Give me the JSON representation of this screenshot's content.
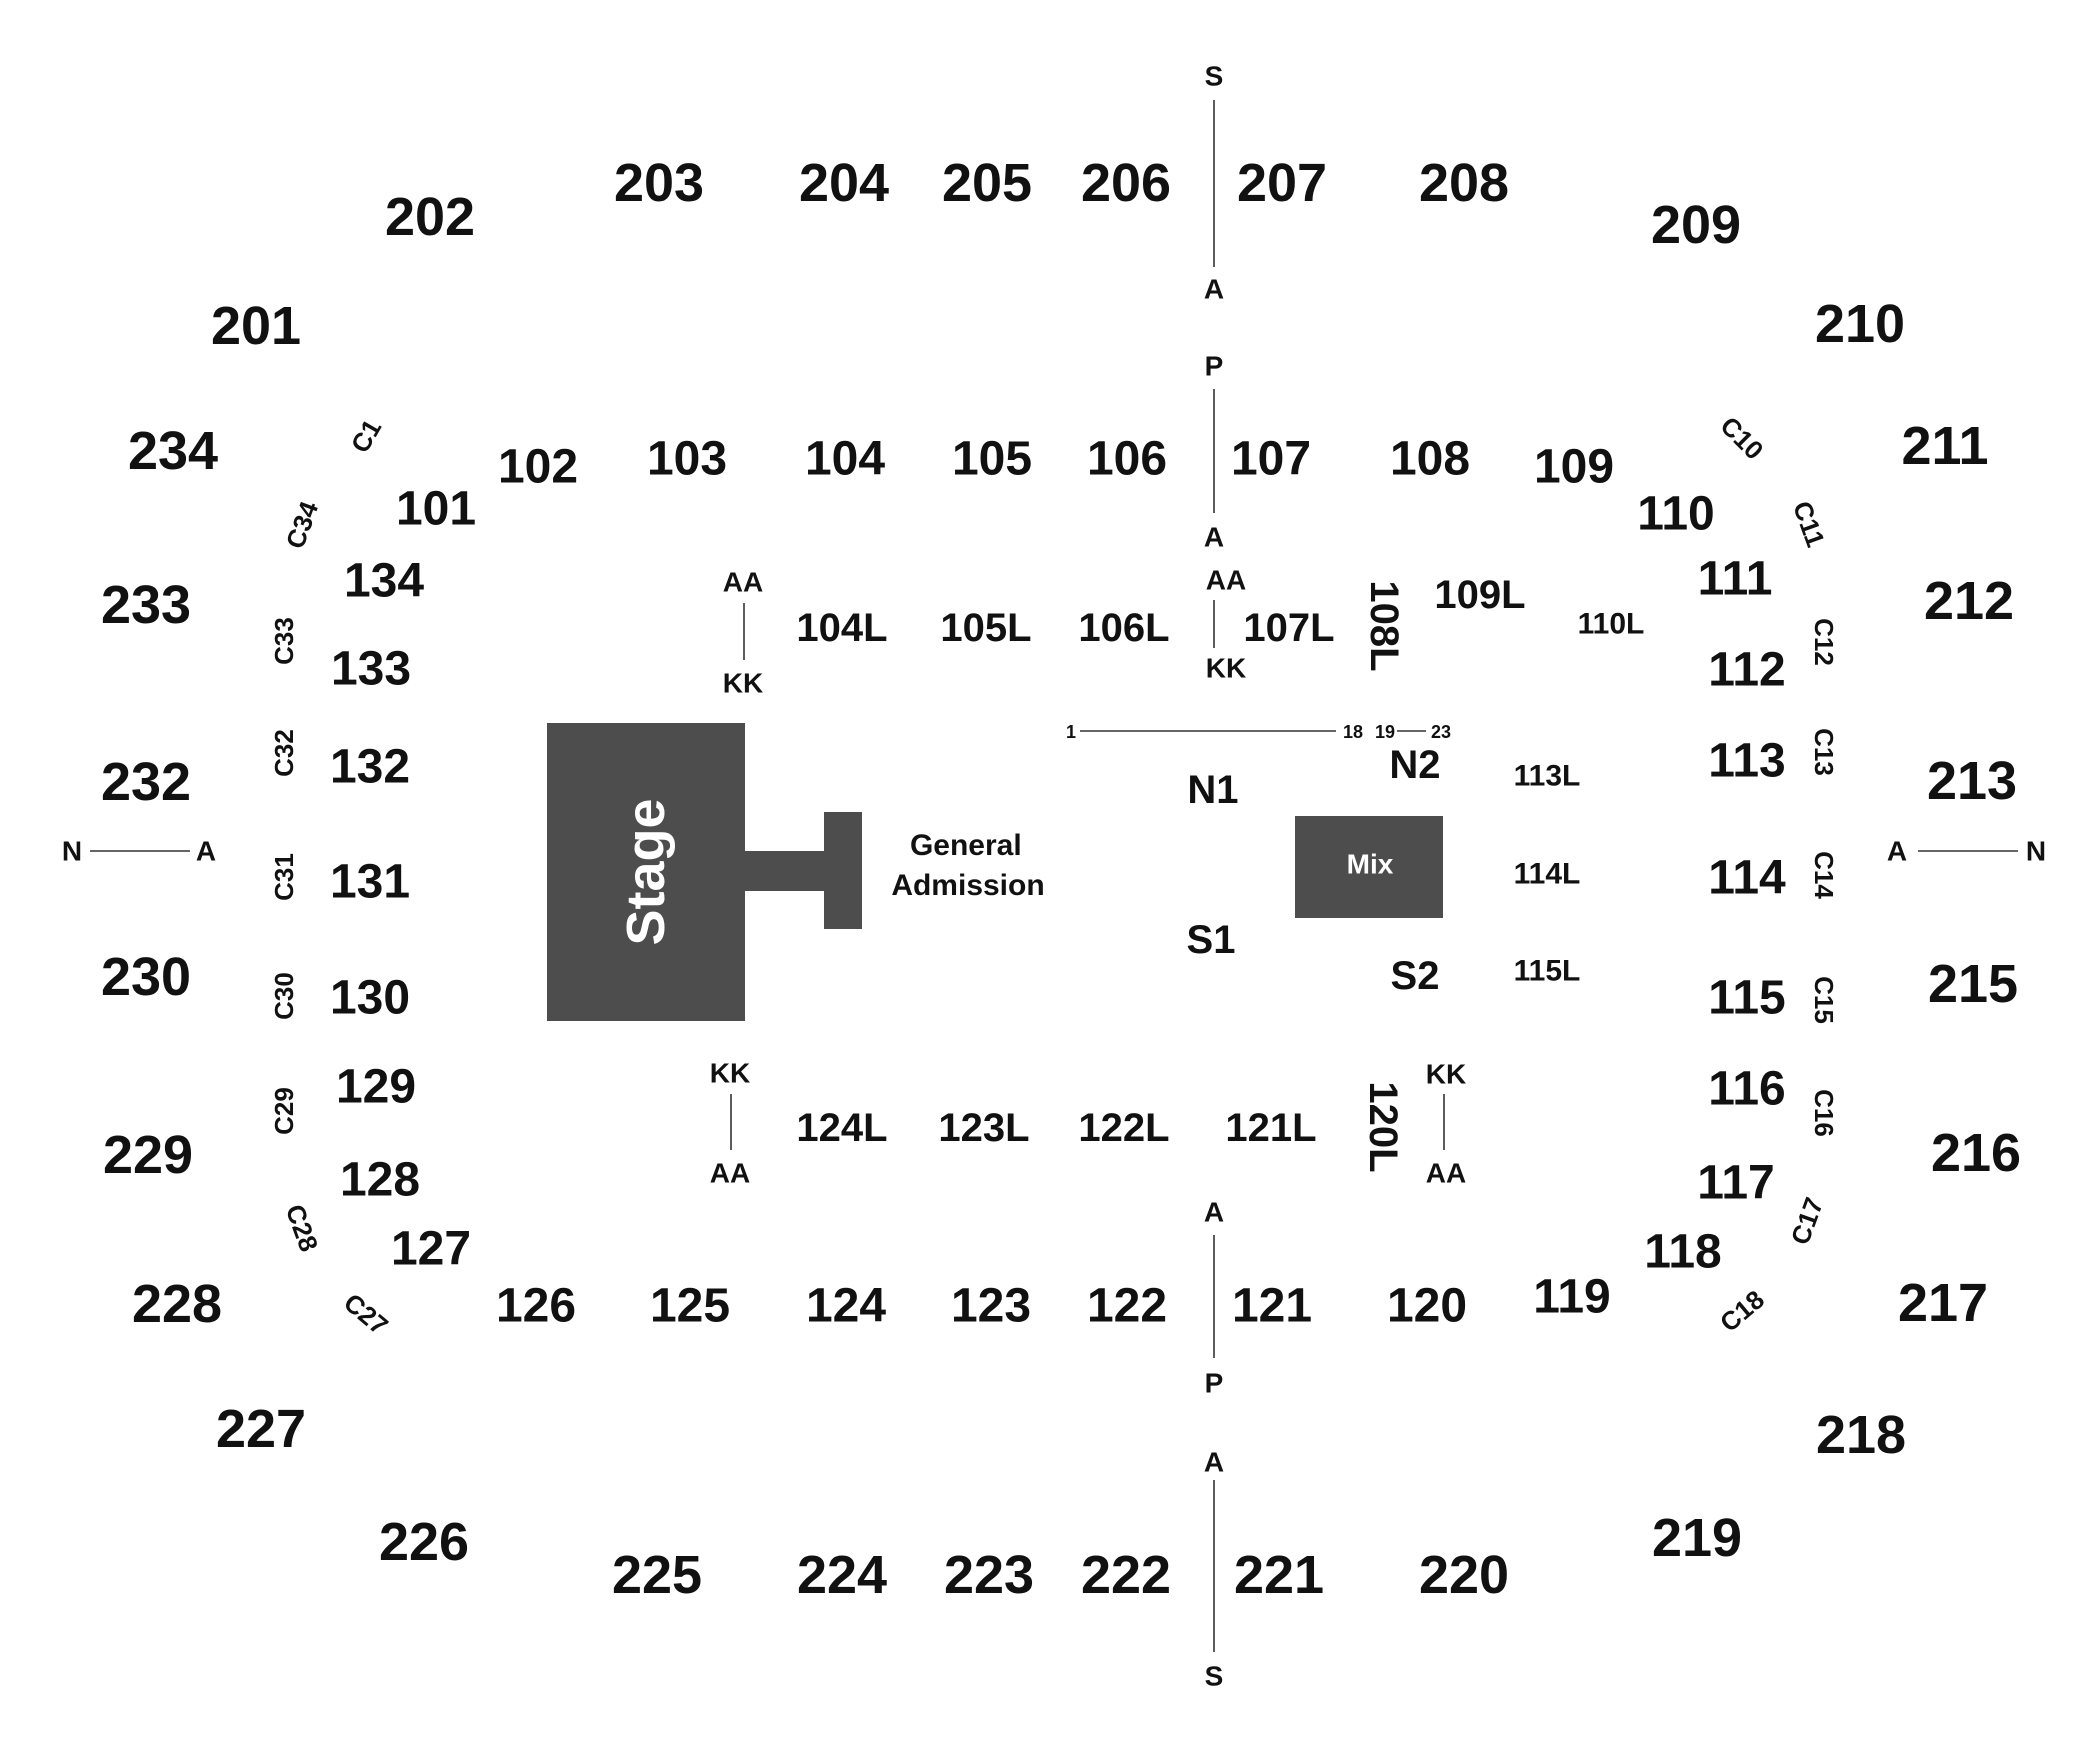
{
  "upper_sections": [
    "201",
    "202",
    "203",
    "204",
    "205",
    "206",
    "207",
    "208",
    "209",
    "210",
    "211",
    "212",
    "213",
    "215",
    "216",
    "217",
    "218",
    "219",
    "220",
    "221",
    "222",
    "223",
    "224",
    "225",
    "226",
    "227",
    "228",
    "229",
    "230",
    "232",
    "233",
    "234"
  ],
  "lower_sections": [
    "101",
    "102",
    "103",
    "104",
    "105",
    "106",
    "107",
    "108",
    "109",
    "110",
    "111",
    "112",
    "113",
    "114",
    "115",
    "116",
    "117",
    "118",
    "119",
    "120",
    "121",
    "122",
    "123",
    "124",
    "125",
    "126",
    "127",
    "128",
    "129",
    "130",
    "131",
    "132",
    "133",
    "134"
  ],
  "floor_sections": [
    "104L",
    "105L",
    "106L",
    "107L",
    "108L",
    "109L",
    "110L",
    "113L",
    "114L",
    "115L",
    "120L",
    "121L",
    "122L",
    "123L",
    "124L",
    "N1",
    "N2",
    "S1",
    "S2"
  ],
  "corner_sections": [
    "C1",
    "C10",
    "C11",
    "C12",
    "C13",
    "C14",
    "C15",
    "C16",
    "C17",
    "C18",
    "C27",
    "C28",
    "C29",
    "C30",
    "C31",
    "C32",
    "C33",
    "C34"
  ],
  "row_markers": {
    "top": [
      "S",
      "A",
      "P",
      "A"
    ],
    "bottom": [
      "A",
      "P",
      "A",
      "S"
    ],
    "left": [
      "N",
      "A"
    ],
    "right": [
      "A",
      "N"
    ],
    "floor": [
      "AA",
      "KK",
      "AA",
      "KK",
      "KK",
      "AA",
      "KK",
      "AA"
    ],
    "seat_numbers": [
      "1",
      "18",
      "19",
      "23"
    ]
  },
  "stage_label": "Stage",
  "mix_label": "Mix",
  "general_admission_label": [
    "General",
    "Admission"
  ],
  "colors": {
    "blocks": "#4d4d4d",
    "text": "#111111",
    "background": "#ffffff"
  }
}
